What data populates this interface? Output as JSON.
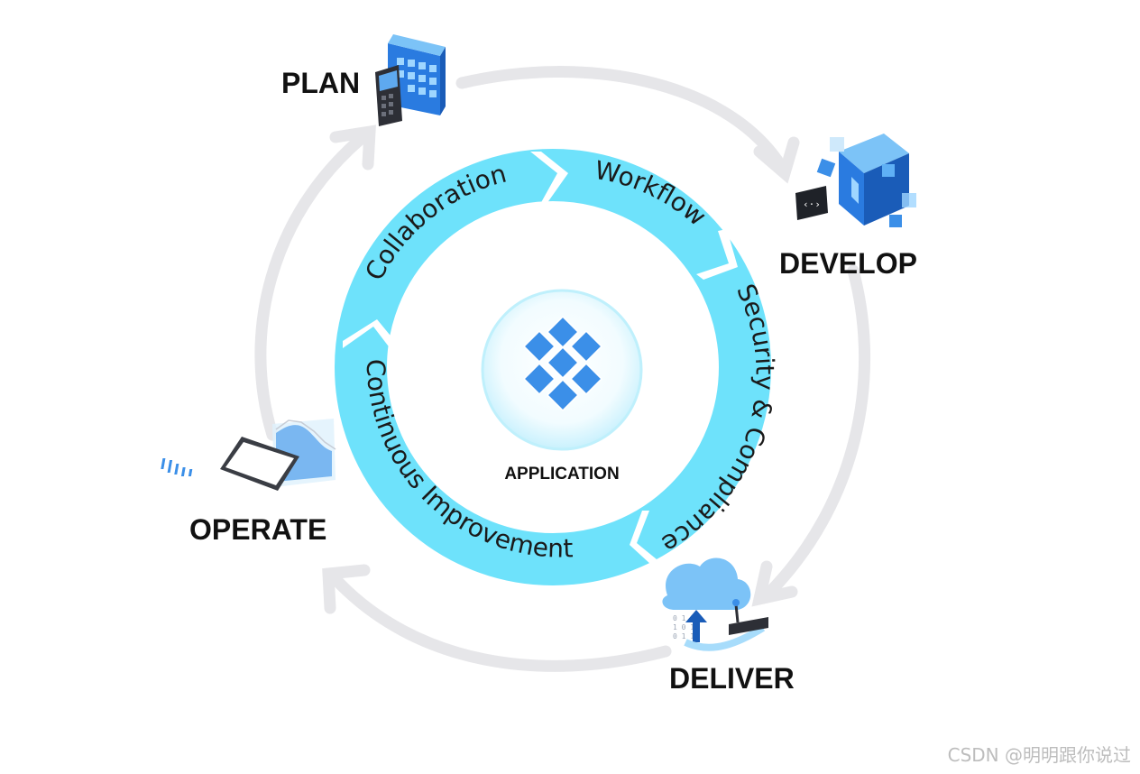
{
  "stages": {
    "plan": "PLAN",
    "develop": "DEVELOP",
    "deliver": "DELIVER",
    "operate": "OPERATE"
  },
  "practices": {
    "collaboration": "Collaboration",
    "workflow": "Workflow",
    "security": "Security & Compliance",
    "improvement": "Continuous Improvement"
  },
  "center": {
    "label": "APPLICATION"
  },
  "watermark": "CSDN @明明跟你说过",
  "colors": {
    "ring": "#6ee2fb",
    "outer_cycle": "#e6e6e9",
    "icon_blue": "#2f7de0",
    "icon_light": "#7fc4f6",
    "text": "#111111"
  },
  "icons": {
    "plan": "calculator-calendar-icon",
    "develop": "code-cubes-icon",
    "deliver": "cloud-deploy-icon",
    "operate": "monitor-chart-icon",
    "application": "cube-cluster-icon"
  }
}
